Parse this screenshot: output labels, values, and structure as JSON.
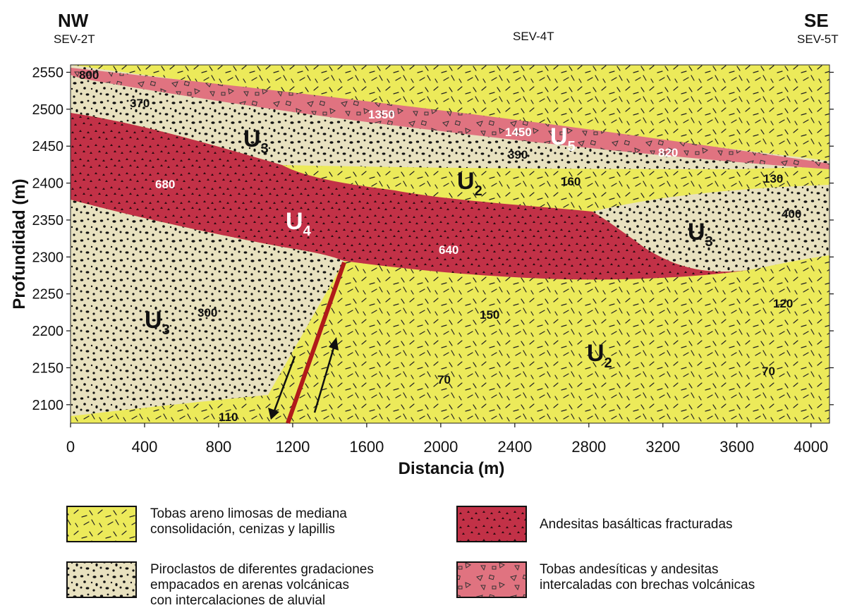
{
  "header": {
    "left": {
      "orientation": "NW",
      "sev": "SEV-2T"
    },
    "middle": {
      "sev": "SEV-4T"
    },
    "right": {
      "orientation": "SE",
      "sev": "SEV-5T"
    }
  },
  "axes": {
    "ylabel": "Profundidad (m)",
    "xlabel": "Distancia (m)",
    "y_ticks": [
      2550,
      2500,
      2450,
      2400,
      2350,
      2300,
      2250,
      2200,
      2150,
      2100
    ],
    "x_ticks": [
      0,
      400,
      800,
      1200,
      1600,
      2000,
      2400,
      2800,
      3200,
      3600,
      4000
    ],
    "xlim": [
      0,
      4100
    ],
    "ylim": [
      2075,
      2560
    ]
  },
  "colors": {
    "tobas_areno": "#ecea5a",
    "piroclastos": "#e8e1bf",
    "andesitas_basalticas": "#c23147",
    "tobas_andesiticas": "#e07380",
    "fault": "#b01a1a"
  },
  "units": [
    {
      "base": "U",
      "sub": "3",
      "color": "#111111"
    },
    {
      "base": "U",
      "sub": "5",
      "color": "#ffffff"
    },
    {
      "base": "U",
      "sub": "2",
      "color": "#111111"
    },
    {
      "base": "U",
      "sub": "4",
      "color": "#ffffff"
    },
    {
      "base": "U",
      "sub": "3",
      "color": "#111111"
    },
    {
      "base": "U",
      "sub": "3",
      "color": "#111111"
    },
    {
      "base": "U",
      "sub": "2",
      "color": "#111111"
    }
  ],
  "resistivity_labels": [
    {
      "text": "800",
      "color": "#111111"
    },
    {
      "text": "370",
      "color": "#111111"
    },
    {
      "text": "1350",
      "color": "#ffffff"
    },
    {
      "text": "1450",
      "color": "#ffffff"
    },
    {
      "text": "820",
      "color": "#ffffff"
    },
    {
      "text": "390",
      "color": "#111111"
    },
    {
      "text": "160",
      "color": "#111111"
    },
    {
      "text": "130",
      "color": "#111111"
    },
    {
      "text": "680",
      "color": "#ffffff"
    },
    {
      "text": "640",
      "color": "#ffffff"
    },
    {
      "text": "400",
      "color": "#111111"
    },
    {
      "text": "300",
      "color": "#111111"
    },
    {
      "text": "150",
      "color": "#111111"
    },
    {
      "text": "120",
      "color": "#111111"
    },
    {
      "text": "70",
      "color": "#111111"
    },
    {
      "text": "70",
      "color": "#111111"
    },
    {
      "text": "110",
      "color": "#111111"
    }
  ],
  "legend": {
    "tobas_areno": {
      "line1": "Tobas areno limosas de mediana",
      "line2": "consolidación, cenizas y lapillis"
    },
    "piroclastos": {
      "line1": "Piroclastos de diferentes gradaciones",
      "line2": "empacados en arenas volcánicas",
      "line3": "con intercalaciones de aluvial"
    },
    "andesitas_basalticas": {
      "line1": "Andesitas basálticas fracturadas"
    },
    "tobas_andesiticas": {
      "line1": "Tobas andesíticas y andesitas",
      "line2": "intercaladas con brechas volcánicas"
    }
  }
}
